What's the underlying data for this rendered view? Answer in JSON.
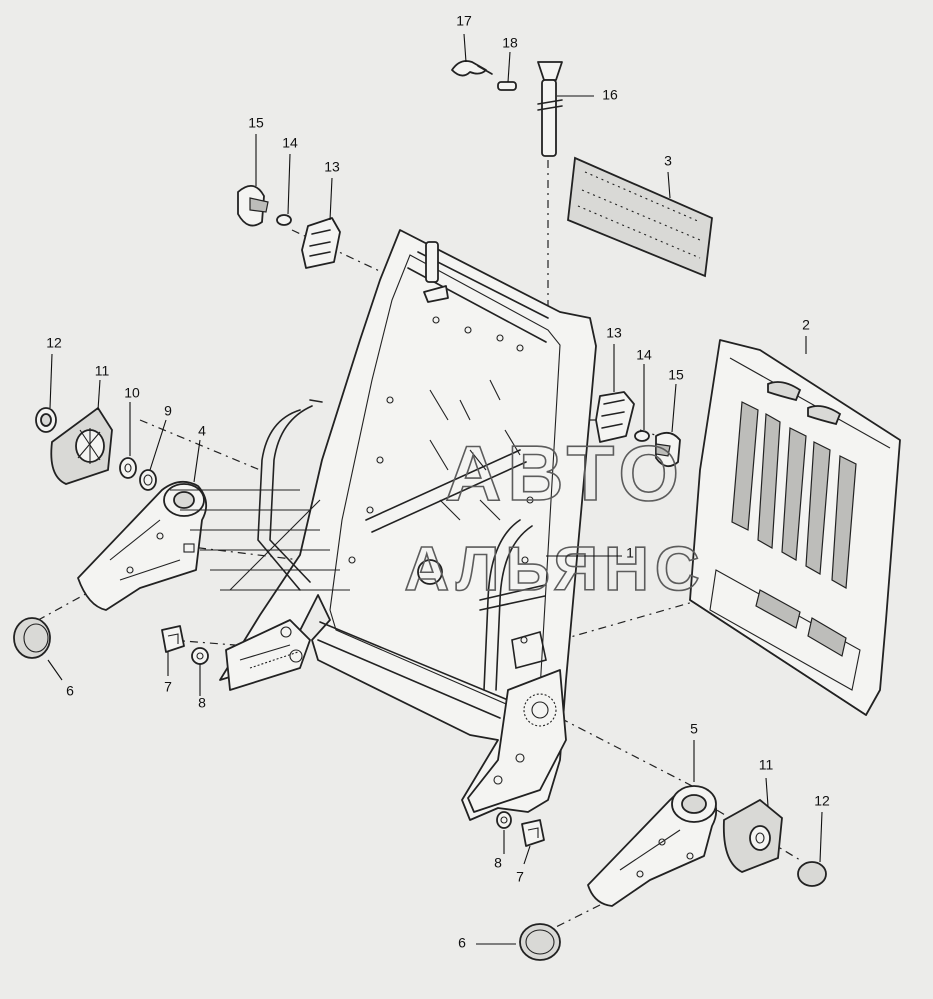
{
  "watermark": {
    "line1": "АВТО",
    "line2": "АЛЬЯНС"
  },
  "callouts": [
    {
      "id": "c17",
      "label": "17"
    },
    {
      "id": "c18",
      "label": "18"
    },
    {
      "id": "c16",
      "label": "16"
    },
    {
      "id": "c3",
      "label": "3"
    },
    {
      "id": "c15a",
      "label": "15"
    },
    {
      "id": "c14a",
      "label": "14"
    },
    {
      "id": "c13a",
      "label": "13"
    },
    {
      "id": "c2",
      "label": "2"
    },
    {
      "id": "c13b",
      "label": "13"
    },
    {
      "id": "c14b",
      "label": "14"
    },
    {
      "id": "c15b",
      "label": "15"
    },
    {
      "id": "c12a",
      "label": "12"
    },
    {
      "id": "c11a",
      "label": "11"
    },
    {
      "id": "c10",
      "label": "10"
    },
    {
      "id": "c9",
      "label": "9"
    },
    {
      "id": "c4",
      "label": "4"
    },
    {
      "id": "c1",
      "label": "1"
    },
    {
      "id": "c6a",
      "label": "6"
    },
    {
      "id": "c7a",
      "label": "7"
    },
    {
      "id": "c8a",
      "label": "8"
    },
    {
      "id": "c5",
      "label": "5"
    },
    {
      "id": "c11b",
      "label": "11"
    },
    {
      "id": "c12b",
      "label": "12"
    },
    {
      "id": "c8b",
      "label": "8"
    },
    {
      "id": "c7b",
      "label": "7"
    },
    {
      "id": "c6b",
      "label": "6"
    }
  ]
}
